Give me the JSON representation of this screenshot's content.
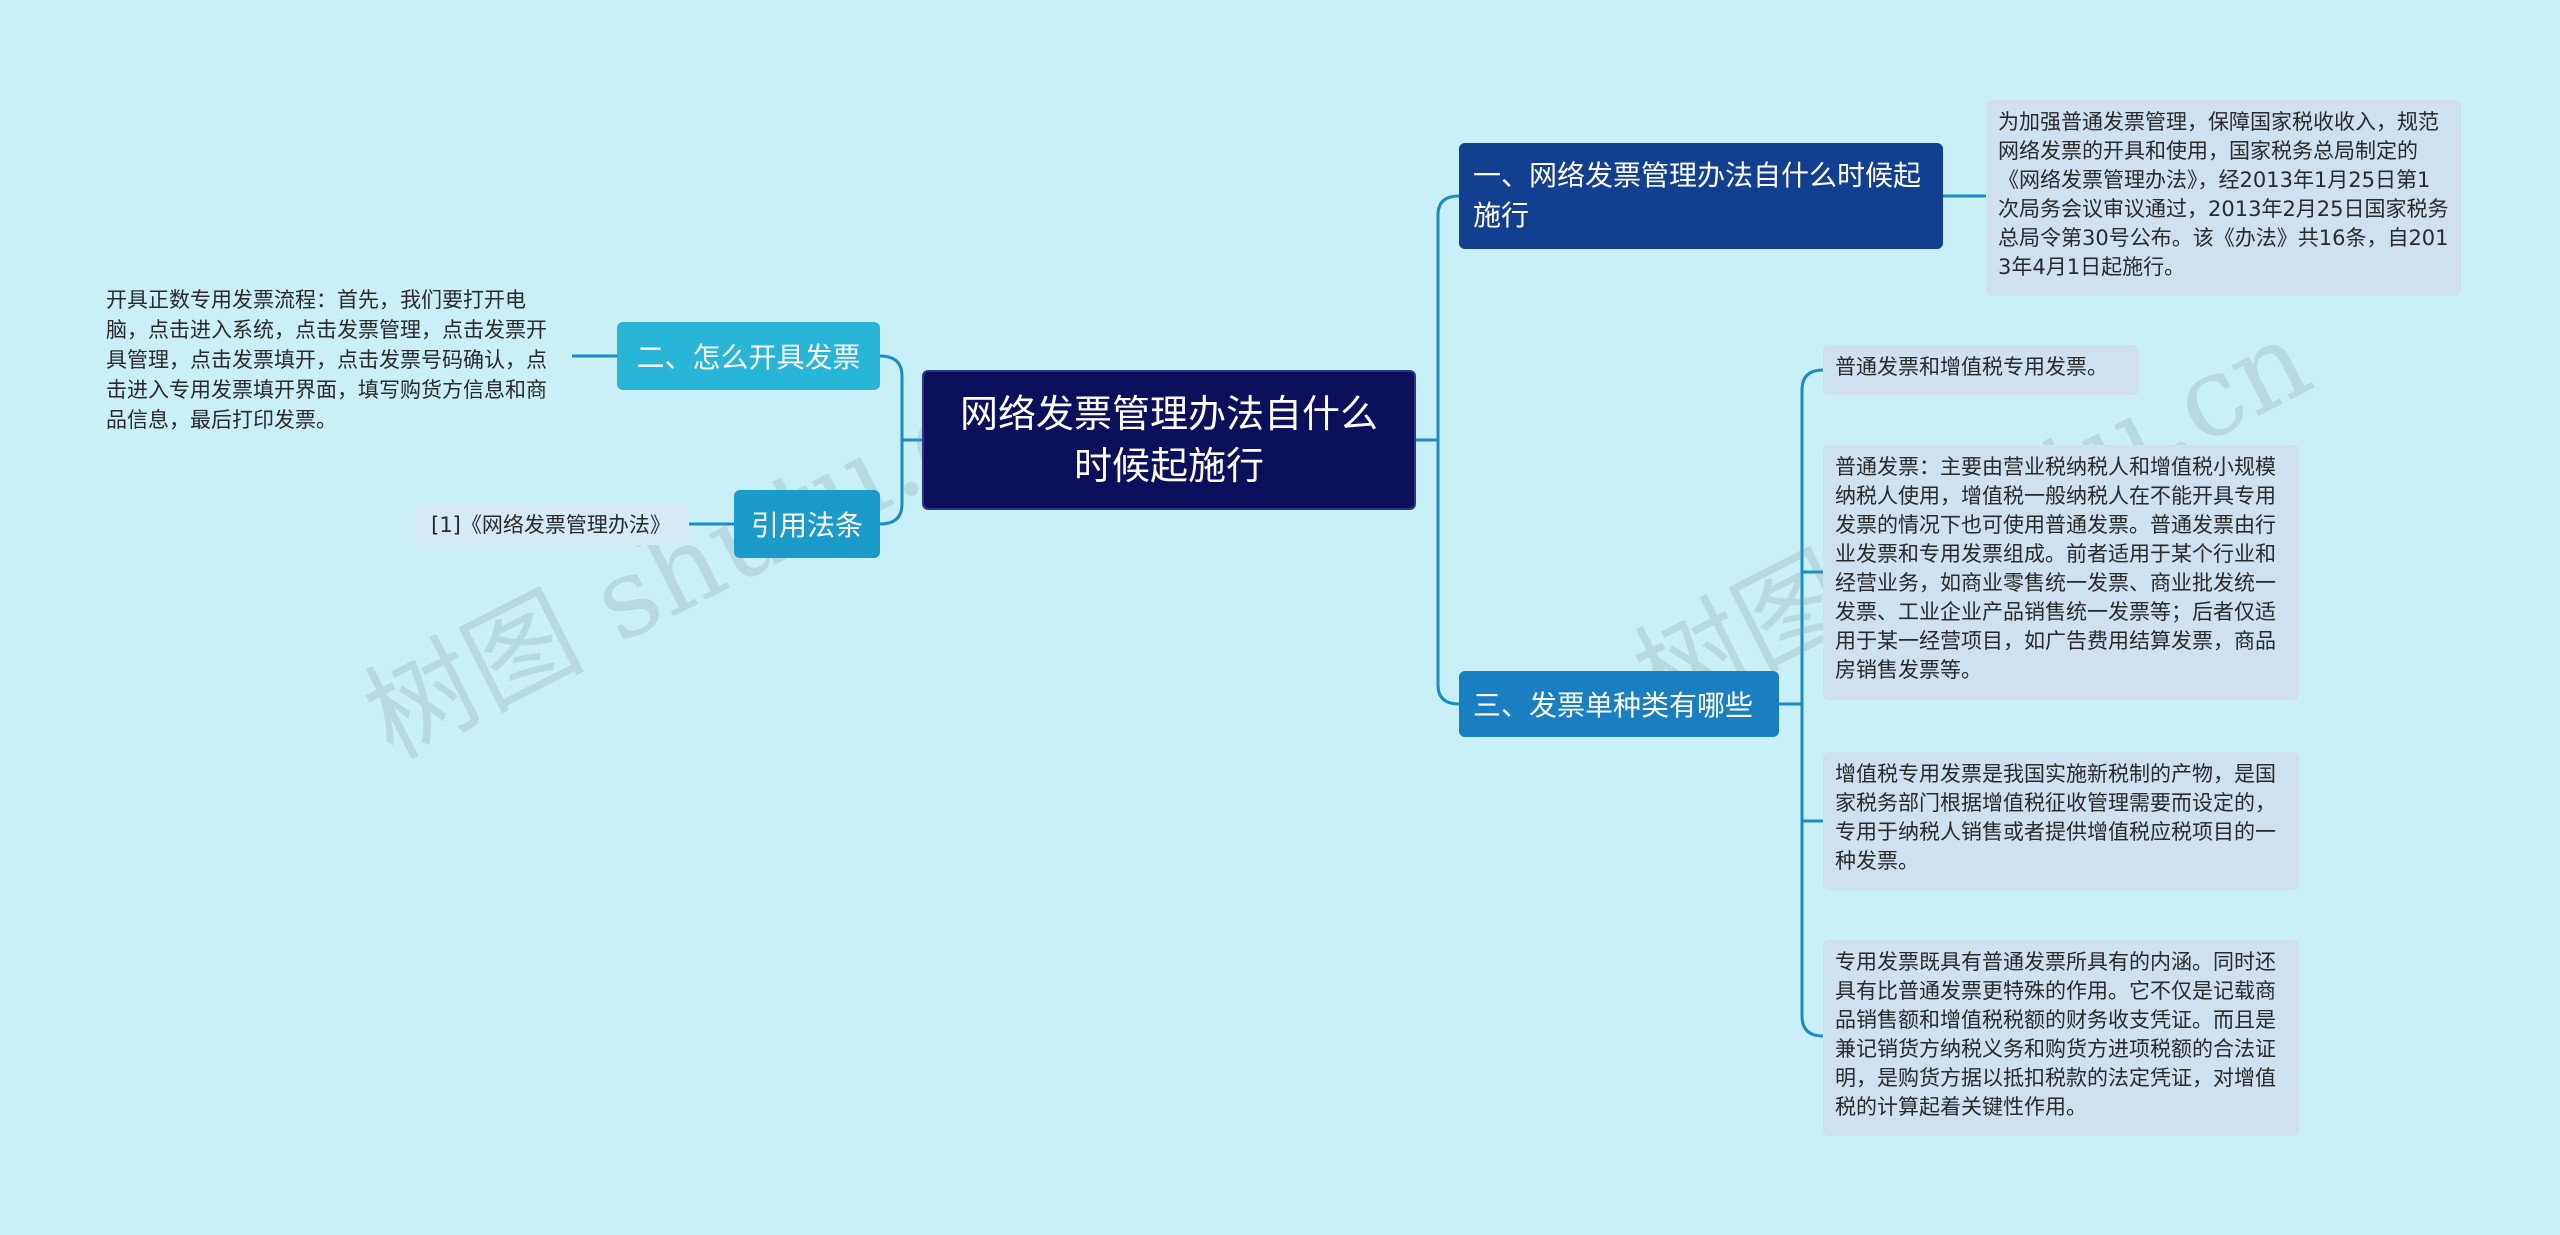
{
  "root": {
    "title": "网络发票管理办法自什么时候起施行"
  },
  "branches": {
    "b1": {
      "title": "一、网络发票管理办法自什么时候起施行",
      "leaf": "为加强普通发票管理，保障国家税收收入，规范网络发票的开具和使用，国家税务总局制定的《网络发票管理办法》，经2013年1月25日第1次局务会议审议通过，2013年2月25日国家税务总局令第30号公布。该《办法》共16条，自2013年4月1日起施行。"
    },
    "b2": {
      "title": "二、怎么开具发票",
      "leaf": "开具正数专用发票流程：首先，我们要打开电脑，点击进入系统，点击发票管理，点击发票开具管理，点击发票填开，点击发票号码确认，点击进入专用发票填开界面，填写购货方信息和商品信息，最后打印发票。"
    },
    "b3": {
      "title": "三、发票单种类有哪些",
      "leaves": [
        "普通发票和增值税专用发票。",
        "普通发票：主要由营业税纳税人和增值税小规模纳税人使用，增值税一般纳税人在不能开具专用发票的情况下也可使用普通发票。普通发票由行业发票和专用发票组成。前者适用于某个行业和经营业务，如商业零售统一发票、商业批发统一发票、工业企业产品销售统一发票等；后者仅适用于某一经营项目，如广告费用结算发票，商品房销售发票等。",
        "增值税专用发票是我国实施新税制的产物，是国家税务部门根据增值税征收管理需要而设定的，专用于纳税人销售或者提供增值税应税项目的一种发票。",
        "专用发票既具有普通发票所具有的内涵。同时还具有比普通发票更特殊的作用。它不仅是记载商品销售额和增值税税额的财务收支凭证。而且是兼记销货方纳税义务和购货方进项税额的合法证明，是购货方据以抵扣税款的法定凭证，对增值税的计算起着关键性作用。"
      ]
    },
    "b4": {
      "title": "引用法条",
      "leaf": "[1]《网络发票管理办法》"
    }
  },
  "watermarks": [
    "树图 shutu.cn",
    "树图 shutu.cn"
  ],
  "colors": {
    "background": "#c9f0f6",
    "root": "#0c0f5c",
    "branch1": "#123f8f",
    "branch3": "#1a7fc0",
    "branch2": "#29b5d8",
    "branch4": "#1a9bc9",
    "connector": "#1a8ec4",
    "leaf_bg": "#cfe0ee"
  }
}
